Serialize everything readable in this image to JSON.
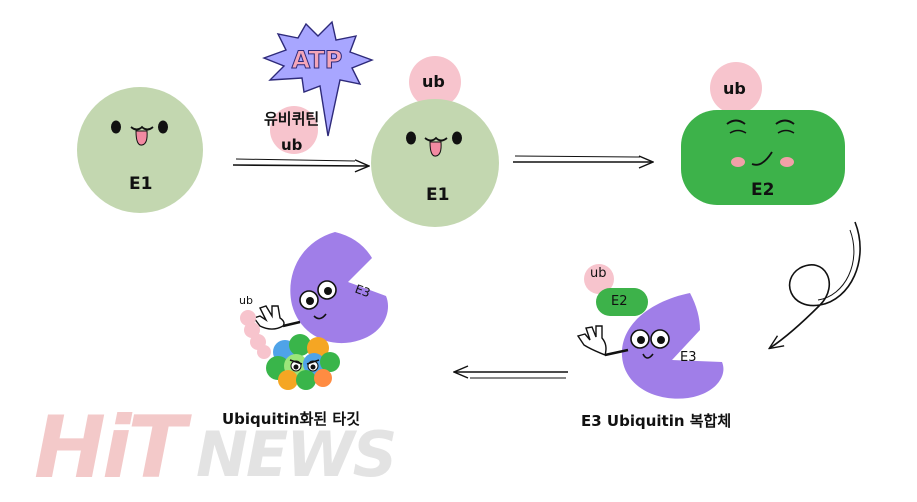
{
  "atp_label": "ATP",
  "ubiquitin_korean": "유비퀴틴",
  "ub": "ub",
  "e1": "E1",
  "e2": "E2",
  "e3": "E3",
  "e3_complex_caption": "E3 Ubiquitin 복합체",
  "target_caption": "Ubiquitin화된 타깃",
  "watermark_logo": "HiT",
  "watermark_news": "NEWS",
  "colors": {
    "e1_green": "#c3d7b0",
    "e2_green": "#3db24a",
    "ub_pink": "#f7c4cd",
    "e3_purple": "#a07ee8",
    "atp_burst": "#a8a6ff",
    "atp_text": "#f4a6b9"
  }
}
